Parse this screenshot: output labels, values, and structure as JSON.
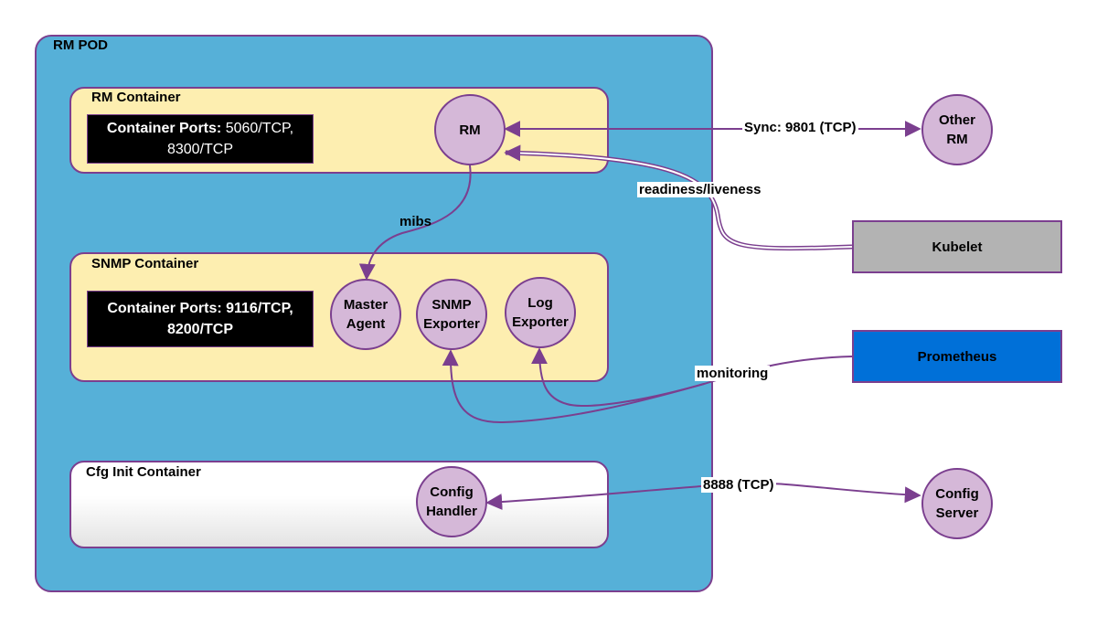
{
  "pod": {
    "title": "RM POD"
  },
  "rm_container": {
    "title": "RM Container",
    "ports_label": "Container Ports:",
    "ports_line1": "5060/TCP,",
    "ports_line2": "8300/TCP",
    "node_rm": "RM"
  },
  "snmp_container": {
    "title": "SNMP Container",
    "ports_line1": "Container Ports: 9116/TCP,",
    "ports_line2": "8200/TCP",
    "master_agent": [
      "Master",
      "Agent"
    ],
    "snmp_exporter": [
      "SNMP",
      "Exporter"
    ],
    "log_exporter": [
      "Log",
      "Exporter"
    ]
  },
  "cfg_container": {
    "title": "Cfg Init Container",
    "config_handler": [
      "Config",
      "Handler"
    ]
  },
  "external": {
    "other_rm": [
      "Other",
      "RM"
    ],
    "kubelet": "Kubelet",
    "prometheus": "Prometheus",
    "config_server": [
      "Config",
      "Server"
    ]
  },
  "edges": {
    "sync": "Sync: 9801 (TCP)",
    "readiness": "readiness/liveness",
    "mibs": "mibs",
    "monitoring": "monitoring",
    "config": "8888 (TCP)"
  },
  "colors": {
    "pod_fill": "#56b0d8",
    "container_fill": "#fdeeb0",
    "node_fill": "#d5b8d8",
    "edge": "#7b3f8f",
    "kubelet_fill": "#b3b3b3",
    "prometheus_fill": "#0070d8"
  }
}
